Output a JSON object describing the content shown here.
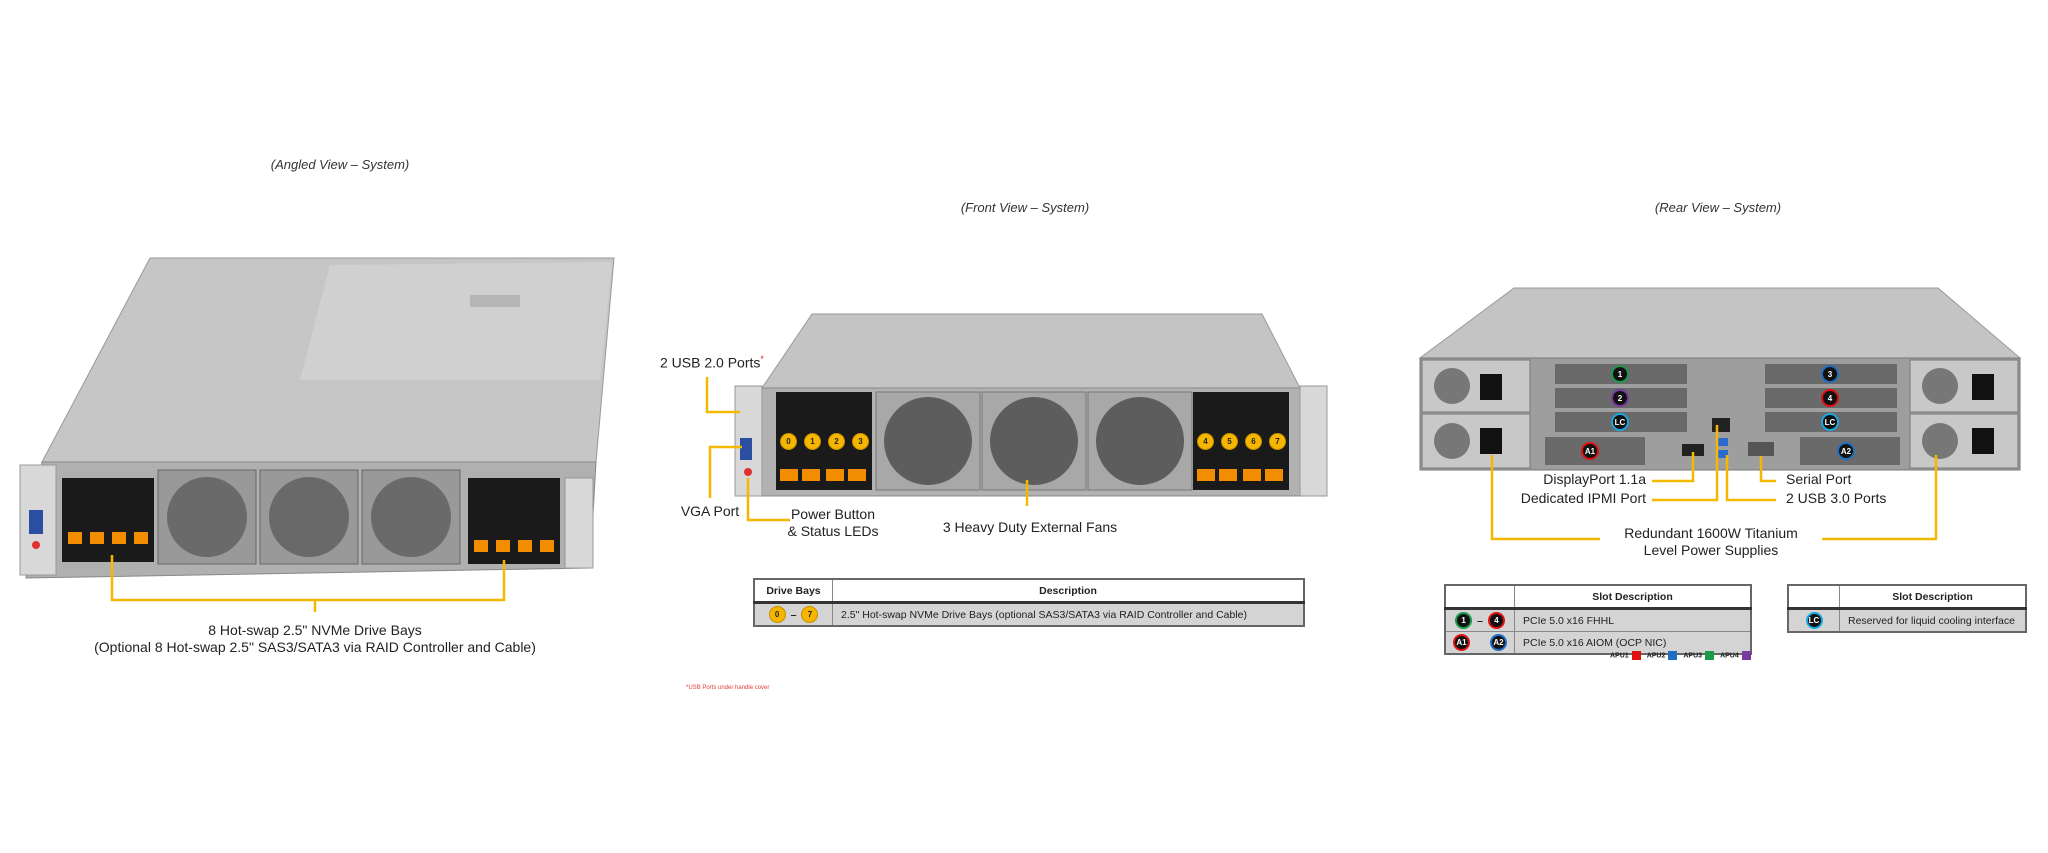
{
  "angled_view": {
    "title": "(Angled View – System)",
    "caption_line1": "8 Hot-swap 2.5\" NVMe Drive Bays",
    "caption_line2": "(Optional 8 Hot-swap 2.5\" SAS3/SATA3 via RAID Controller and Cable)"
  },
  "front_view": {
    "title": "(Front View – System)",
    "labels": {
      "usb": "2 USB 2.0 Ports",
      "usb_asterisk": "*",
      "vga": "VGA Port",
      "power_line1": "Power Button",
      "power_line2": "& Status LEDs",
      "fans": "3 Heavy Duty External Fans"
    },
    "drive_numbers": [
      "0",
      "1",
      "2",
      "3",
      "4",
      "5",
      "6",
      "7"
    ],
    "table": {
      "headers": [
        "Drive Bays",
        "Description"
      ],
      "row": {
        "from": "0",
        "sep": "–",
        "to": "7",
        "description": "2.5\" Hot-swap NVMe Drive Bays (optional SAS3/SATA3 via RAID Controller and Cable)"
      }
    },
    "footnote": "*USB Ports under handle cover"
  },
  "rear_view": {
    "title": "(Rear View – System)",
    "labels": {
      "displayport": "DisplayPort 1.1a",
      "ipmi": "Dedicated IPMI Port",
      "serial": "Serial Port",
      "usb3": "2 USB 3.0 Ports",
      "psu_line1": "Redundant 1600W Titanium",
      "psu_line2": "Level Power Supplies"
    },
    "slot_markers": [
      "1",
      "2",
      "LC",
      "3",
      "4",
      "LC",
      "A1",
      "A2"
    ],
    "slot_table": {
      "header": "Slot Description",
      "rows": [
        {
          "from": "1",
          "sep": "–",
          "to": "4",
          "description": "PCIe 5.0 x16 FHHL"
        },
        {
          "from": "A1",
          "sep": "",
          "to": "A2",
          "description": "PCIe 5.0 x16 AIOM (OCP NIC)"
        }
      ]
    },
    "lc_table": {
      "header": "Slot Description",
      "row": {
        "marker": "LC",
        "description": "Reserved for liquid cooling interface"
      }
    },
    "legend": [
      {
        "label": "APU1",
        "color": "#e01010"
      },
      {
        "label": "APU2",
        "color": "#1f6fc0"
      },
      {
        "label": "APU3",
        "color": "#1a9a4a"
      },
      {
        "label": "APU4",
        "color": "#7a3aa0"
      }
    ]
  },
  "colors": {
    "callout": "#f5b800",
    "chassis": "#b8b8b8",
    "drive_tab": "#f28c00"
  }
}
